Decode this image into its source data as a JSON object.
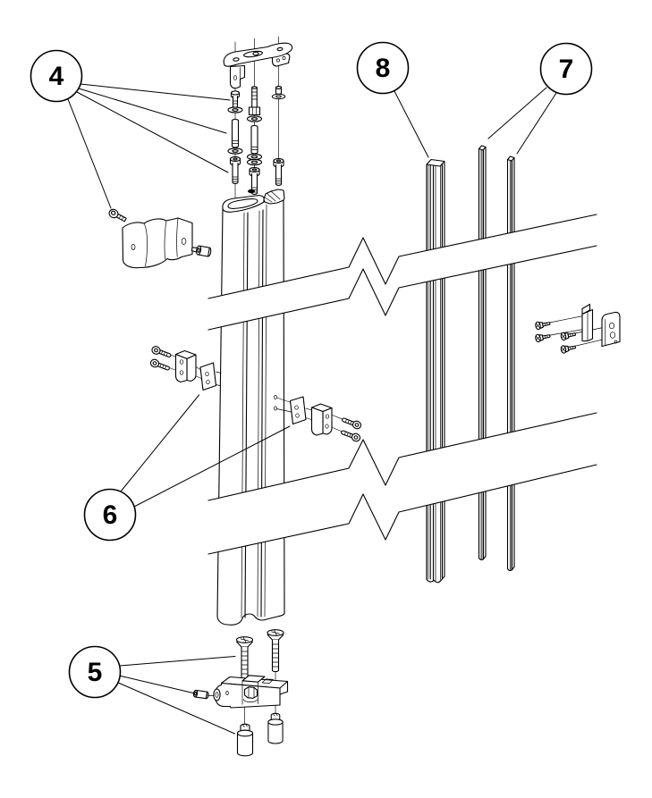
{
  "diagram": {
    "background_color": "#ffffff",
    "line_color": "#000000",
    "shading_color": "#b3b3b3",
    "callouts": {
      "c4": {
        "label": "4"
      },
      "c5": {
        "label": "5"
      },
      "c6": {
        "label": "6"
      },
      "c7": {
        "label": "7"
      },
      "c8": {
        "label": "8"
      }
    }
  }
}
